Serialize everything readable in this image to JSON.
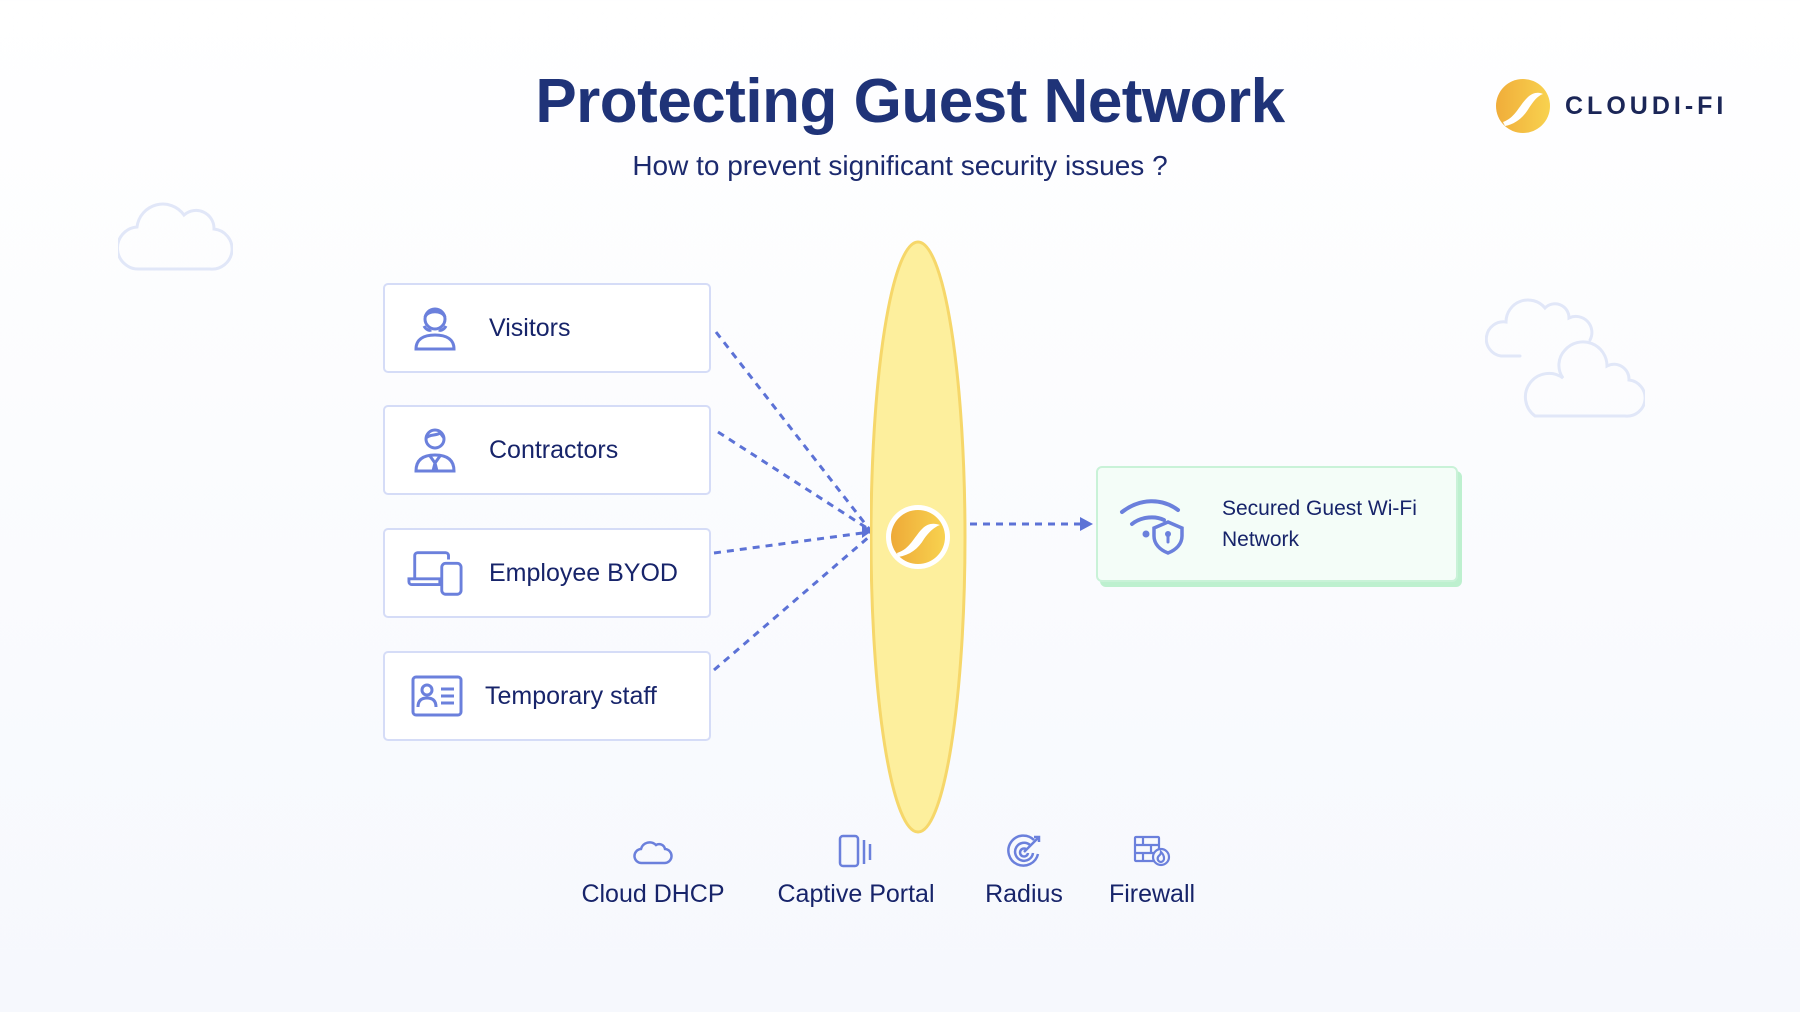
{
  "header": {
    "title": "Protecting Guest Network",
    "subtitle": "How to prevent significant security issues ?"
  },
  "brand": {
    "name": "CLOUDI-FI",
    "logo_icon": "cloudi-fi-logo-icon"
  },
  "colors": {
    "title": "#1f3378",
    "text": "#17246a",
    "icon_accent": "#6b80dc",
    "connector": "#5c72d6",
    "lens_fill": "#fdef9d",
    "lens_stroke": "#f6d76a",
    "logo_gold": "#f2b73c",
    "dest_border": "#c9f2d8"
  },
  "sources": [
    {
      "label": "Visitors",
      "icon": "female-user-icon"
    },
    {
      "label": "Contractors",
      "icon": "male-user-tie-icon"
    },
    {
      "label": "Employee BYOD",
      "icon": "laptop-phone-icon"
    },
    {
      "label": "Temporary staff",
      "icon": "id-card-icon"
    }
  ],
  "gateway": {
    "icon": "cloudi-fi-logo-icon"
  },
  "destination": {
    "line1": "Secured Guest Wi-Fi",
    "line2": "Network",
    "icon": "wifi-shield-icon"
  },
  "features": [
    {
      "label": "Cloud DHCP",
      "icon": "cloud-icon"
    },
    {
      "label": "Captive Portal",
      "icon": "tablet-portal-icon"
    },
    {
      "label": "Radius",
      "icon": "radar-target-icon"
    },
    {
      "label": "Firewall",
      "icon": "firewall-icon"
    }
  ]
}
